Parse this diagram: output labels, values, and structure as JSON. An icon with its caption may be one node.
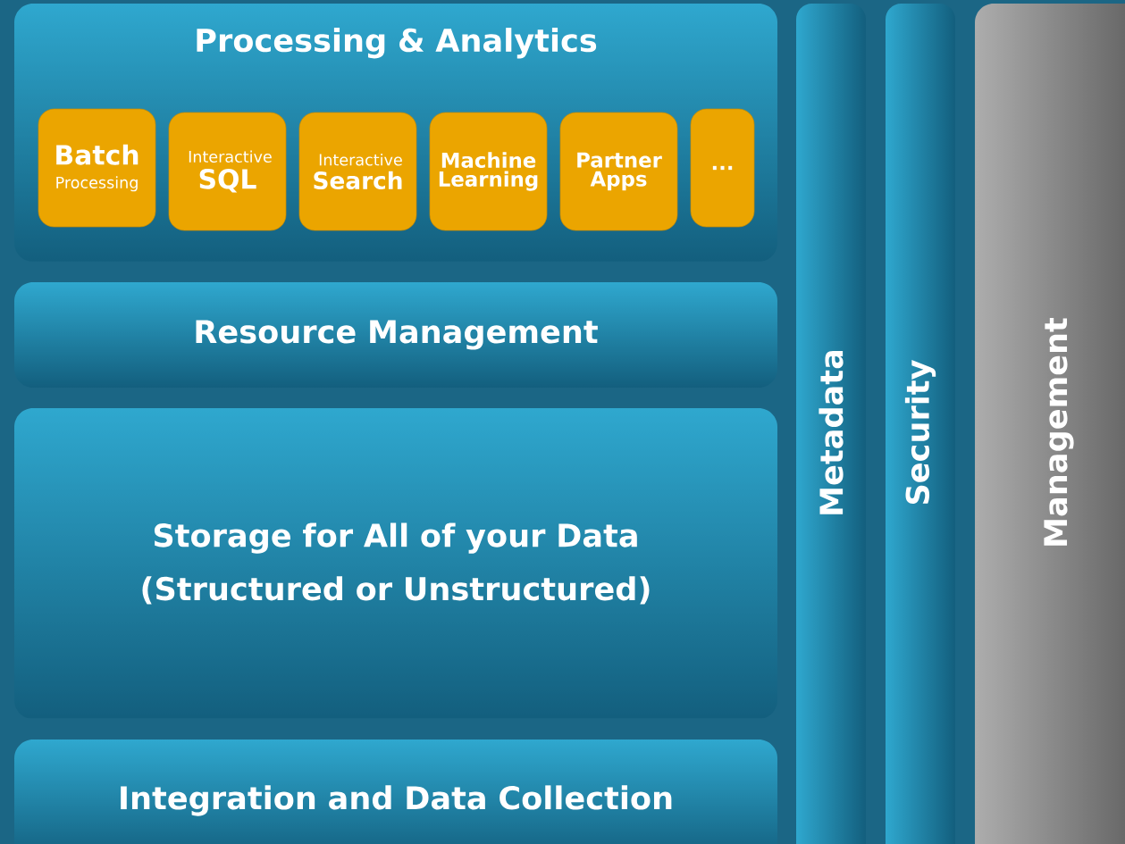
{
  "diagram": {
    "nodes": [
      {
        "text": [
          "Processing & Analytics"
        ]
      },
      {
        "text": [
          "Batch",
          "Processing"
        ],
        "in": 0
      },
      {
        "text": [
          "Interactive",
          "SQL"
        ],
        "in": 0
      },
      {
        "text": [
          "Interactive",
          "Search"
        ],
        "in": 0
      },
      {
        "text": [
          "Machine Learning"
        ],
        "in": 0
      },
      {
        "text": [
          "Partner Apps"
        ],
        "in": 0
      },
      {
        "text": [
          "..."
        ],
        "in": 0
      },
      {
        "text": [
          "Resource Management"
        ]
      },
      {
        "text": [
          "Storage for All of your Data (Structured or Unstructured)"
        ]
      },
      {
        "text": [
          "Integration and Data Collection"
        ]
      },
      {
        "text": [
          "Metadata"
        ]
      },
      {
        "text": [
          "Security"
        ]
      },
      {
        "text": [
          "Management"
        ]
      }
    ]
  }
}
